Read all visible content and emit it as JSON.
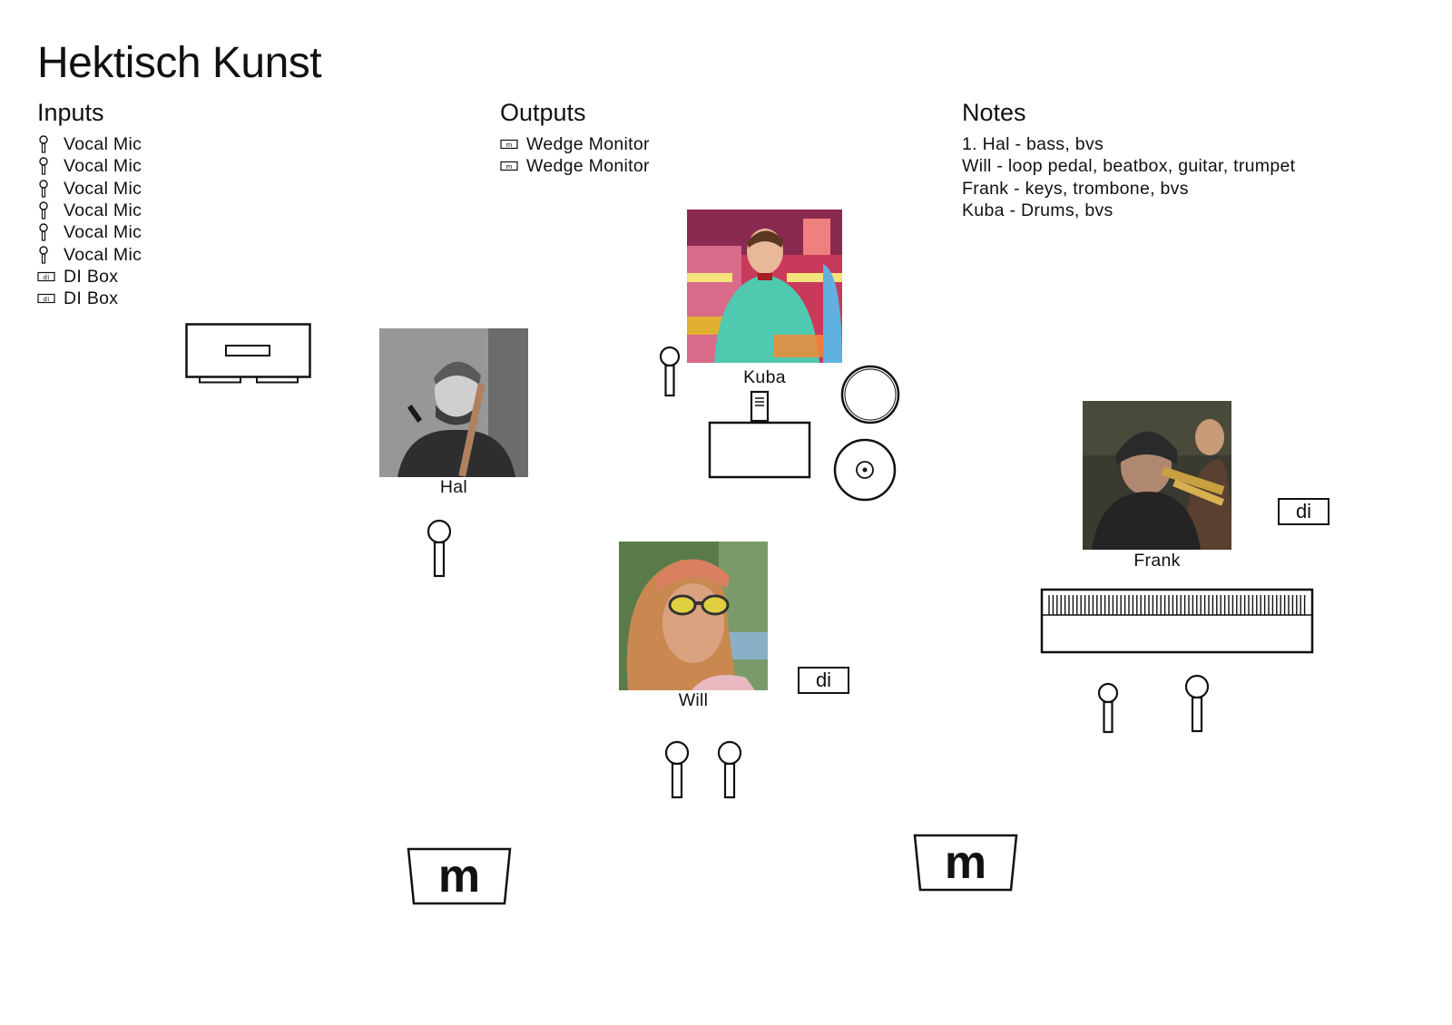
{
  "title": "Hektisch Kunst",
  "inputs": {
    "heading": "Inputs",
    "items": [
      {
        "label": "Vocal Mic",
        "icon": "mic-icon"
      },
      {
        "label": "Vocal Mic",
        "icon": "mic-icon"
      },
      {
        "label": "Vocal Mic",
        "icon": "mic-icon"
      },
      {
        "label": "Vocal Mic",
        "icon": "mic-icon"
      },
      {
        "label": "Vocal Mic",
        "icon": "mic-icon"
      },
      {
        "label": "Vocal Mic",
        "icon": "mic-icon"
      },
      {
        "label": "DI Box",
        "icon": "di-box-icon"
      },
      {
        "label": "DI Box",
        "icon": "di-box-icon"
      }
    ]
  },
  "outputs": {
    "heading": "Outputs",
    "items": [
      {
        "label": "Wedge Monitor",
        "icon": "wedge-monitor-icon"
      },
      {
        "label": "Wedge Monitor",
        "icon": "wedge-monitor-icon"
      }
    ]
  },
  "notes": {
    "heading": "Notes",
    "lines": [
      "1. Hal - bass, bvs",
      "Will - loop pedal, beatbox, guitar, trumpet",
      "Frank - keys, trombone, bvs",
      "Kuba - Drums, bvs"
    ]
  },
  "stage": {
    "performers": {
      "hal": "Hal",
      "kuba": "Kuba",
      "will": "Will",
      "frank": "Frank"
    },
    "di_label": "di",
    "monitor_label": "m",
    "icons": {
      "amp": "bass-amp-icon",
      "mic": "mic-icon",
      "drum": "drum-kit-icon",
      "cymbal": "cymbal-icon",
      "keyboard": "keyboard-icon"
    }
  }
}
